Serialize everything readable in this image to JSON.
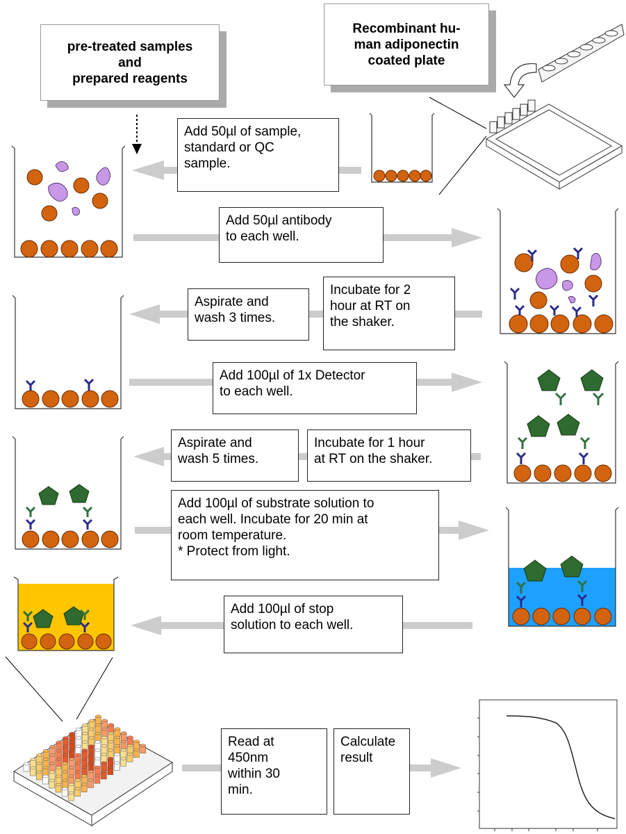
{
  "header_boxes": {
    "reagents": "pre-treated samples\nand\nprepared reagents",
    "plate": "Recombinant hu-\nman adiponectin\ncoated plate"
  },
  "steps": {
    "add_sample": "Add 50µl of sample,\nstandard or QC\nsample.",
    "add_antibody": "Add 50µl  antibody\nto each well.",
    "incubate_2h": "Incubate for 2\nhour at RT on\nthe shaker.",
    "wash_3": "Aspirate and\nwash 3 times.",
    "add_detector": "Add 100µl  of 1x Detector\nto each well.",
    "incubate_1h": "Incubate for 1 hour\nat RT on the shaker.",
    "wash_5": "Aspirate and\nwash 5 times.",
    "add_substrate": "Add 100µl of substrate solution to\neach well. Incubate for 20 min at\nroom temperature.\n* Protect from light.",
    "add_stop": "Add 100µl of stop\nsolution to each well.",
    "read": "Read at\n450nm\nwithin 30\nmin.",
    "calculate": "Calculate\nresult"
  },
  "colors": {
    "bead": "#d2640f",
    "antigen": "#c898e6",
    "antibody": "#2a2a8a",
    "detector_antibody": "#2e7040",
    "detector_pentagon": "#2f6a30",
    "substrate_blue": "#1ea0ff",
    "stop_yellow": "#ffc600",
    "arrow": "#cccccc"
  }
}
